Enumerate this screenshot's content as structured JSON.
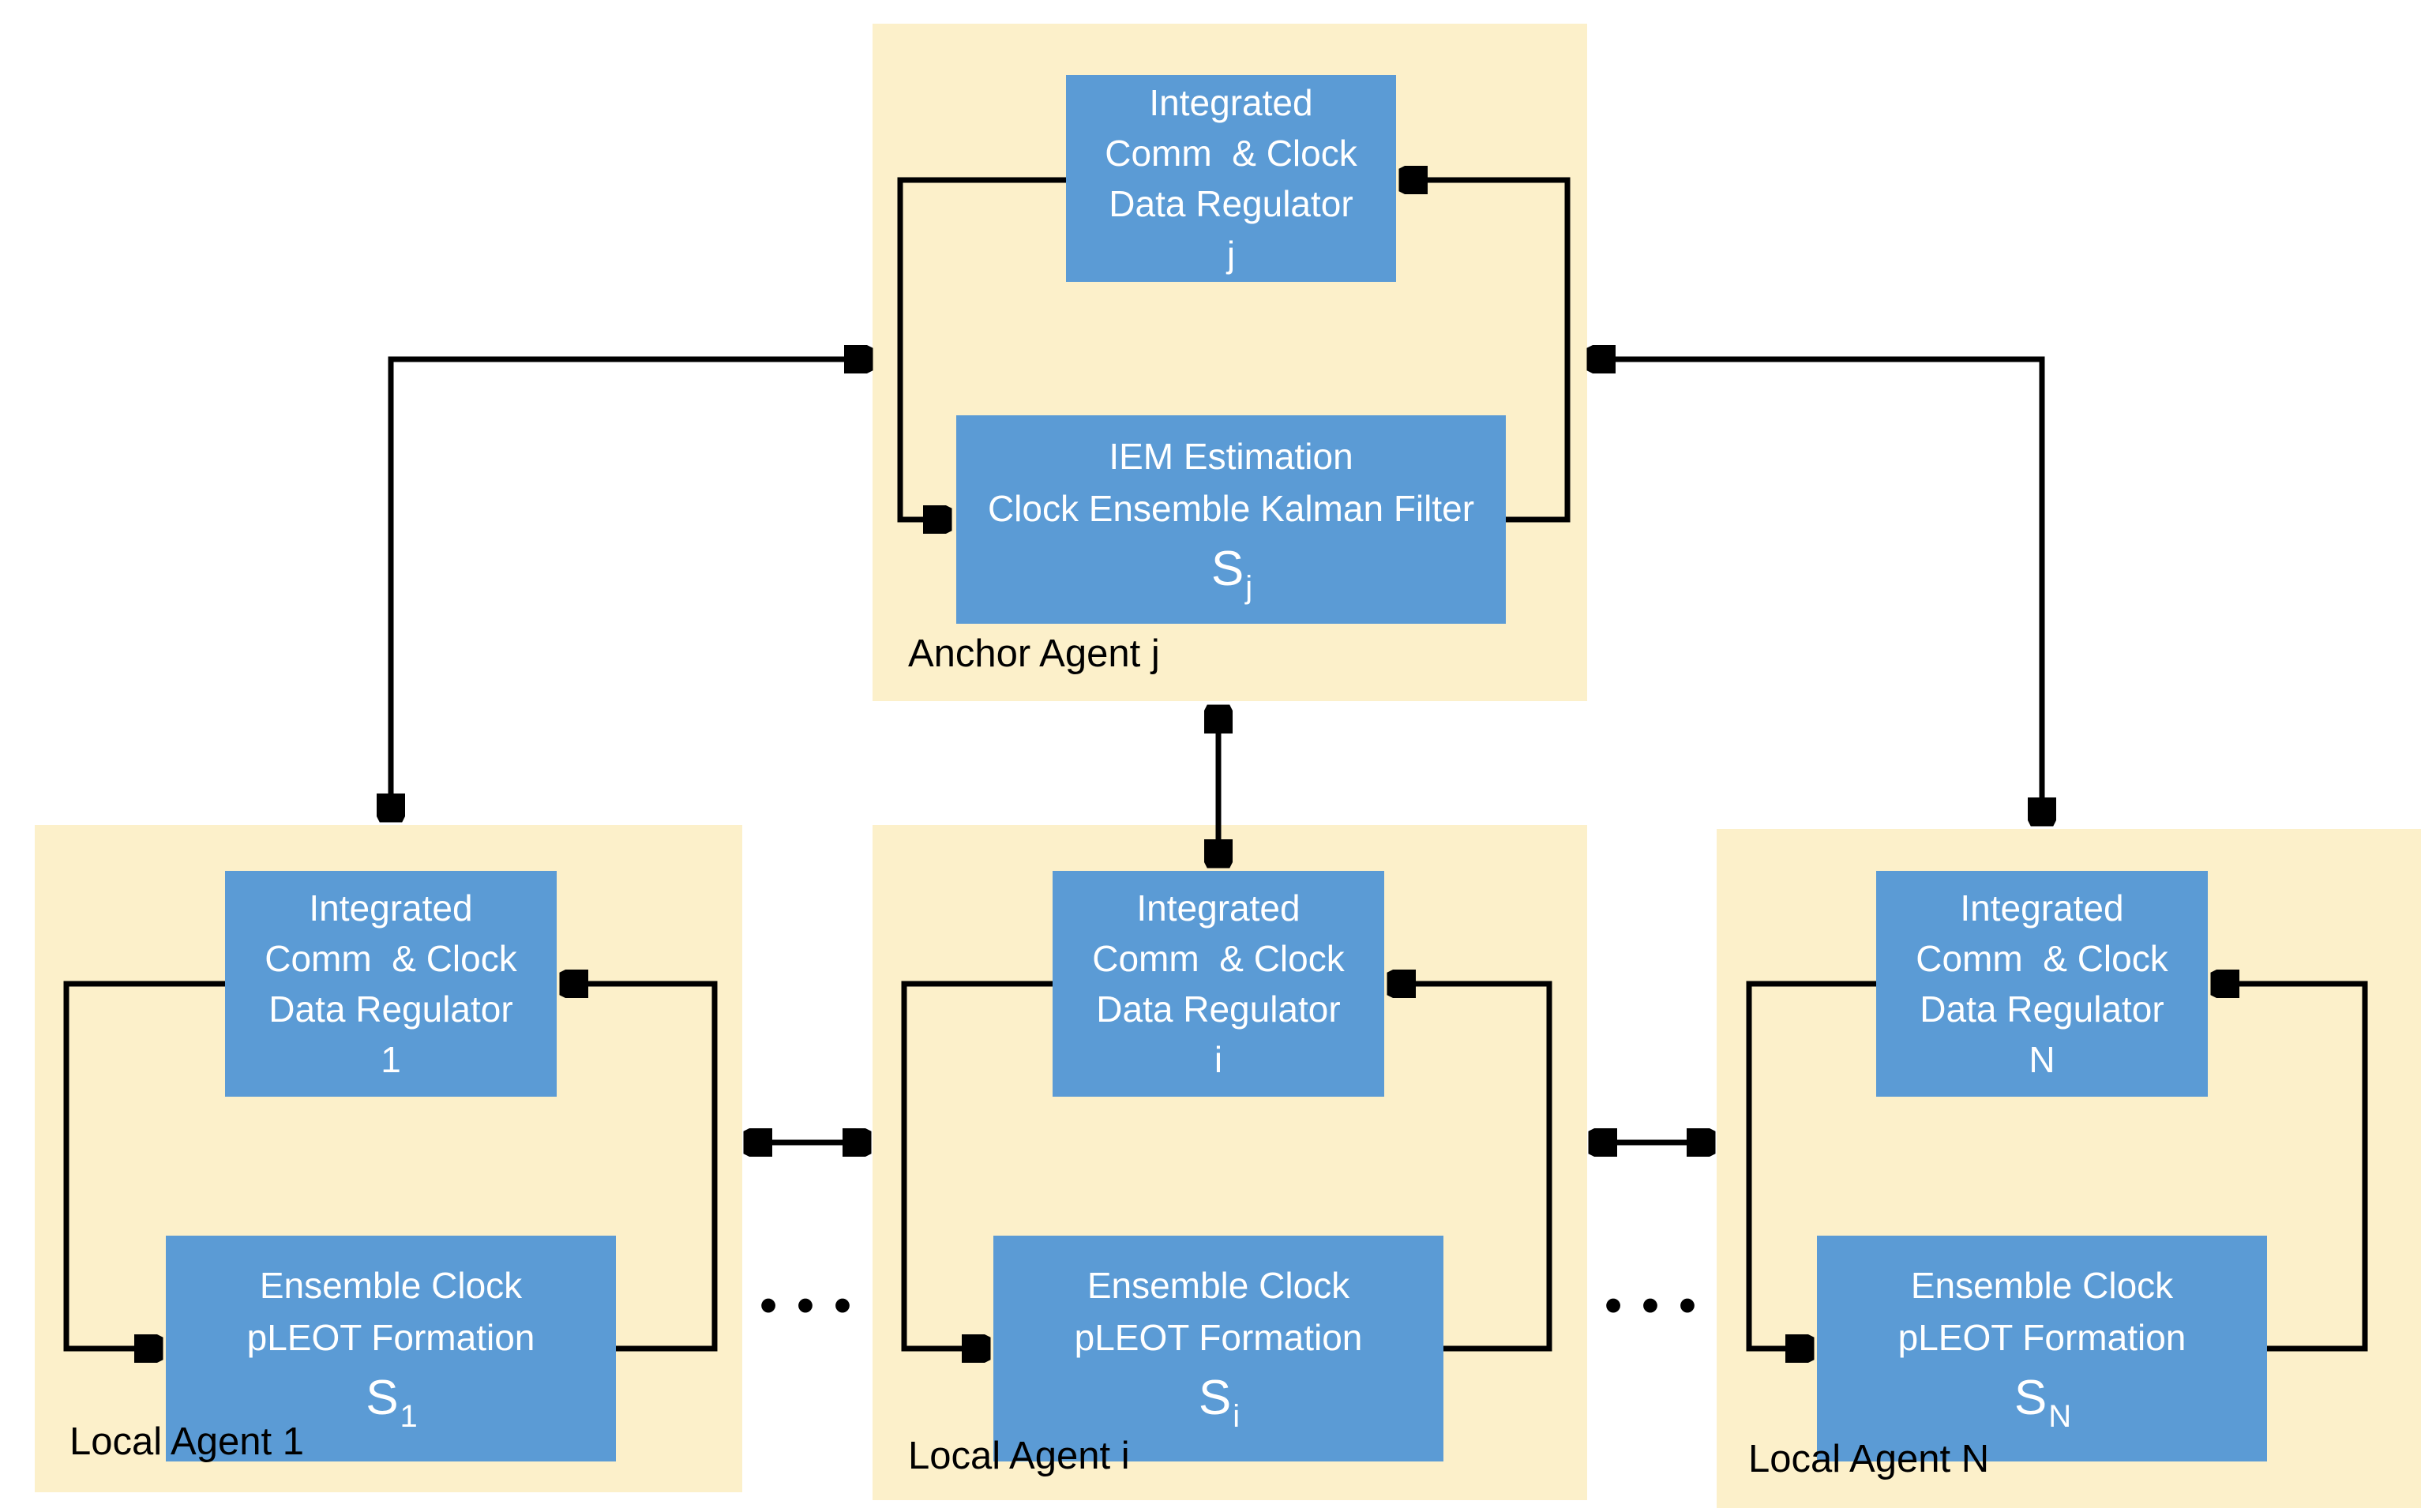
{
  "diagram": {
    "colors": {
      "agent_panel_bg": "#FCF0CA",
      "process_block_bg": "#5B9BD5",
      "process_block_text": "#FFFFFF",
      "connector_line": "#000000",
      "label_text": "#000000",
      "page_bg": "#FFFFFF"
    },
    "anchor_agent": {
      "label": "Anchor Agent j",
      "regulator_block": {
        "lines": [
          "Integrated",
          "Comm  & Clock",
          "Data Regulator",
          "j"
        ]
      },
      "kalman_block": {
        "lines": [
          "IEM Estimation",
          "Clock Ensemble Kalman Filter"
        ],
        "s_base": "S",
        "s_sub": "j"
      }
    },
    "local_agents": [
      {
        "label": "Local Agent 1",
        "regulator_block": {
          "lines": [
            "Integrated",
            "Comm  & Clock",
            "Data Regulator",
            "1"
          ]
        },
        "formation_block": {
          "lines": [
            "Ensemble Clock",
            "pLEOT Formation"
          ],
          "s_base": "S",
          "s_sub": "1"
        }
      },
      {
        "label": "Local Agent i",
        "regulator_block": {
          "lines": [
            "Integrated",
            "Comm  & Clock",
            "Data Regulator",
            "i"
          ]
        },
        "formation_block": {
          "lines": [
            "Ensemble Clock",
            "pLEOT Formation"
          ],
          "s_base": "S",
          "s_sub": "i"
        }
      },
      {
        "label": "Local Agent N",
        "regulator_block": {
          "lines": [
            "Integrated",
            "Comm  & Clock",
            "Data Regulator",
            "N"
          ]
        },
        "formation_block": {
          "lines": [
            "Ensemble Clock",
            "pLEOT Formation"
          ],
          "s_base": "S",
          "s_sub": "N"
        }
      }
    ],
    "ellipsis": "• • •"
  }
}
